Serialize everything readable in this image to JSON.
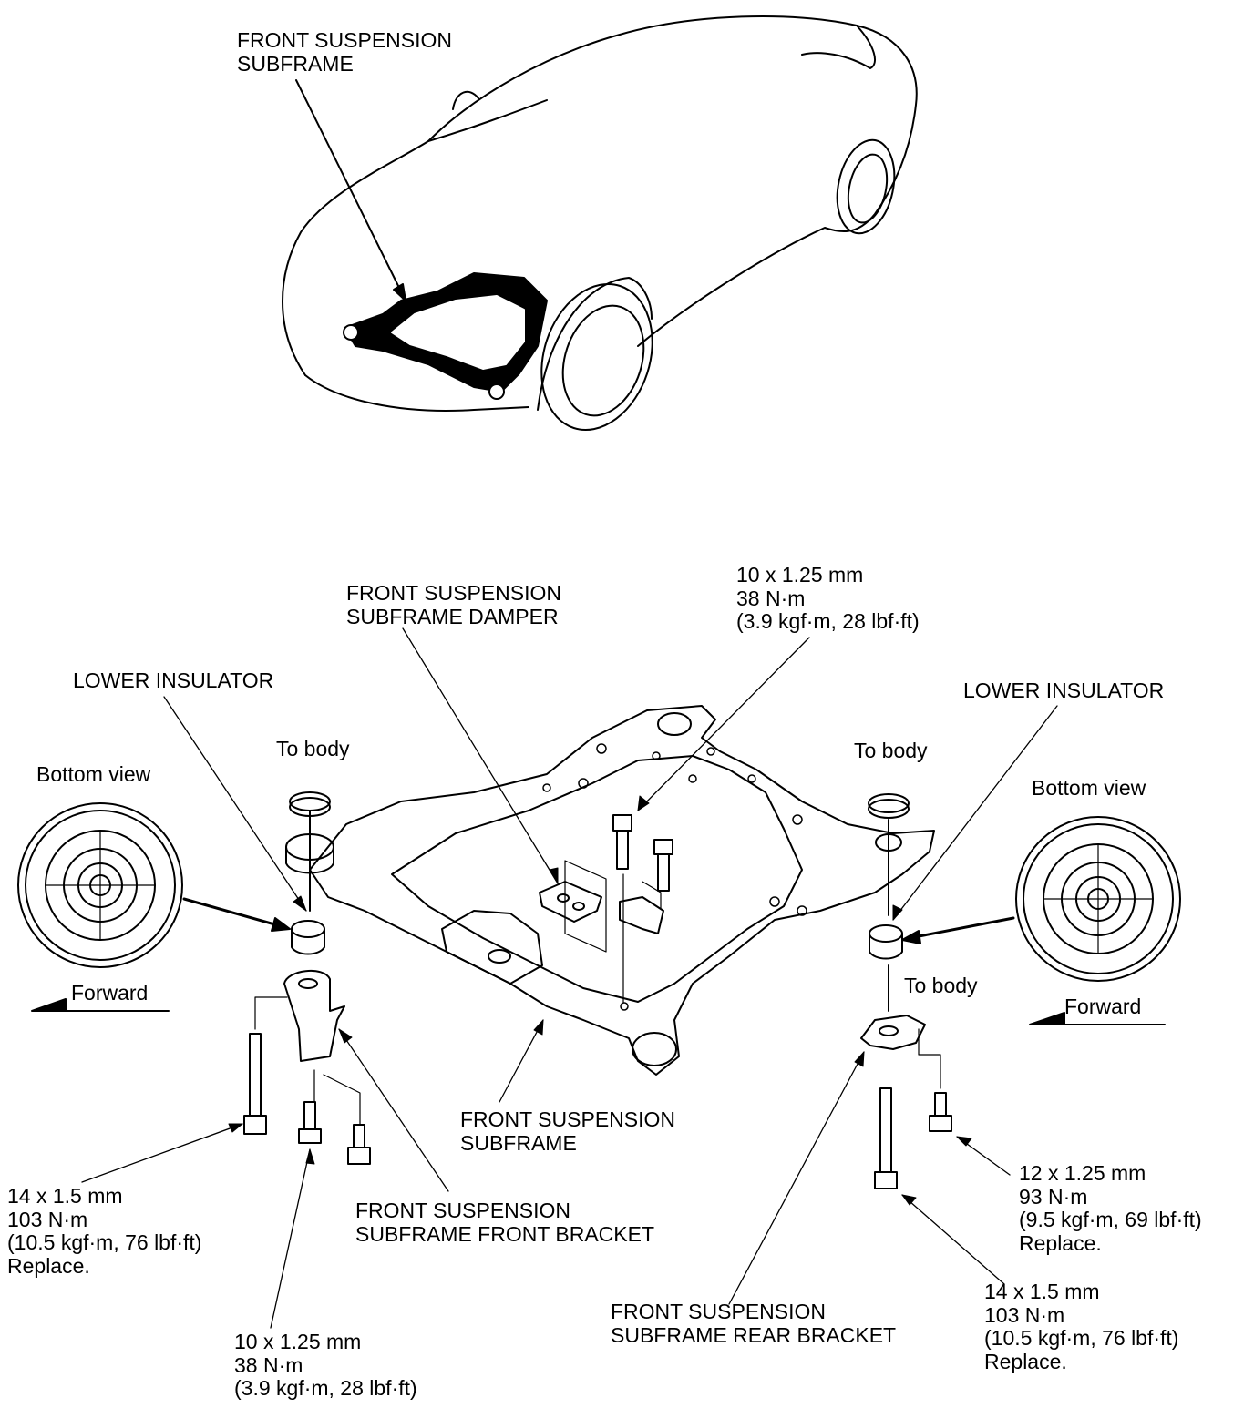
{
  "colors": {
    "ink": "#000000",
    "paper": "#ffffff"
  },
  "labels": {
    "car_subframe": [
      "FRONT SUSPENSION",
      "SUBFRAME"
    ],
    "damper": [
      "FRONT SUSPENSION",
      "SUBFRAME DAMPER"
    ],
    "damper_bolt_spec": [
      "10 x 1.25 mm",
      "38 N·m",
      "(3.9 kgf·m, 28 lbf·ft)"
    ],
    "lower_insulator_left": "LOWER INSULATOR",
    "lower_insulator_right": "LOWER INSULATOR",
    "to_body_left": "To body",
    "to_body_right": "To body",
    "to_body_rear": "To body",
    "bottom_view_left": "Bottom view",
    "bottom_view_right": "Bottom view",
    "forward_left": "Forward",
    "forward_right": "Forward",
    "subframe": [
      "FRONT SUSPENSION",
      "SUBFRAME"
    ],
    "front_bracket": [
      "FRONT SUSPENSION",
      "SUBFRAME FRONT BRACKET"
    ],
    "rear_bracket": [
      "FRONT SUSPENSION",
      "SUBFRAME REAR BRACKET"
    ],
    "left_long_bolt_spec": [
      "14 x 1.5 mm",
      "103 N·m",
      "(10.5 kgf·m, 76 lbf·ft)",
      "Replace."
    ],
    "front_bracket_bolt_spec": [
      "10 x 1.25 mm",
      "38 N·m",
      "(3.9 kgf·m, 28 lbf·ft)"
    ],
    "rear_short_bolt_spec": [
      "12 x 1.25 mm",
      "93 N·m",
      "(9.5 kgf·m, 69 lbf·ft)",
      "Replace."
    ],
    "right_long_bolt_spec": [
      "14 x 1.5 mm",
      "103 N·m",
      "(10.5 kgf·m, 76 lbf·ft)",
      "Replace."
    ]
  }
}
